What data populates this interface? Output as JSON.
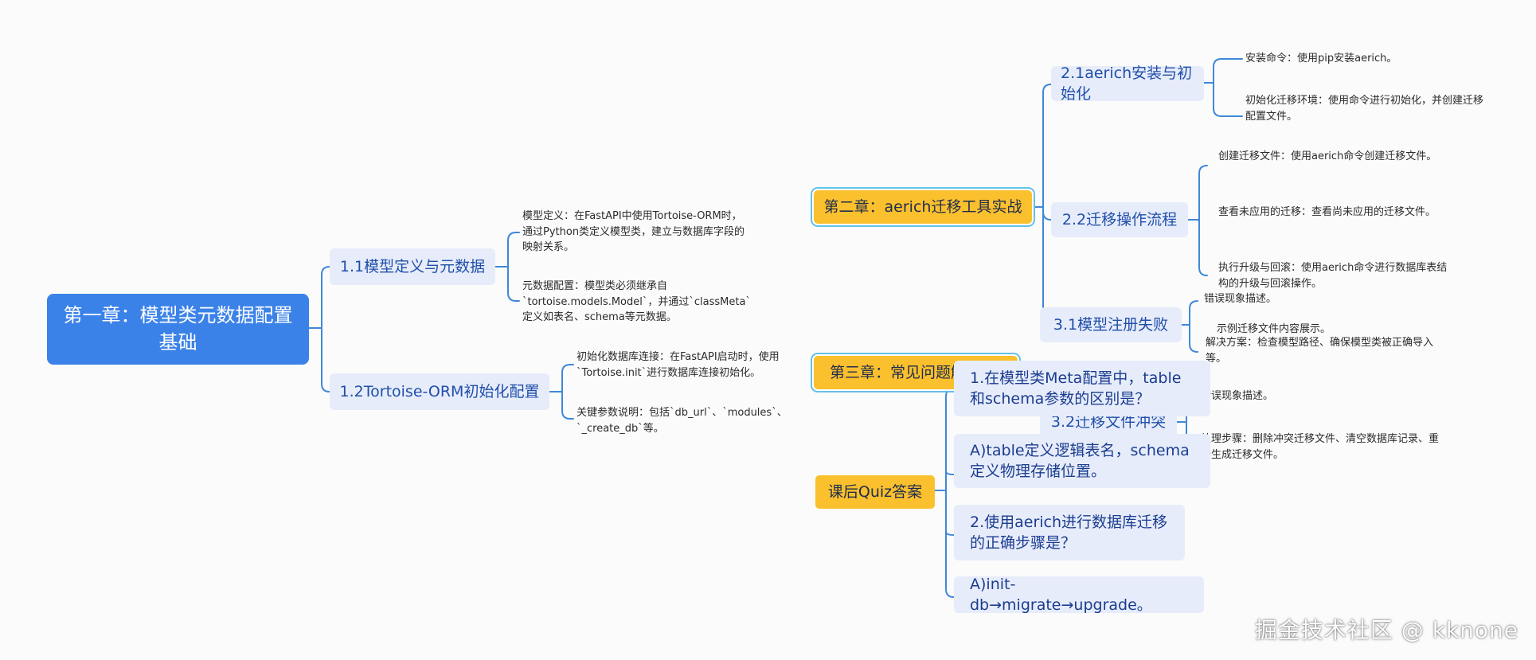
{
  "root": {
    "title": "第一章：模型类元数据配置基础"
  },
  "chapter1": {
    "s11": {
      "title": "1.1模型定义与元数据",
      "leaves": [
        "模型定义：在FastAPI中使用Tortoise-ORM时，通过Python类定义模型类，建立与数据库字段的映射关系。",
        "元数据配置：模型类必须继承自`tortoise.models.Model`，并通过`classMeta`定义如表名、schema等元数据。"
      ]
    },
    "s12": {
      "title": "1.2Tortoise-ORM初始化配置",
      "leaves": [
        "初始化数据库连接：在FastAPI启动时，使用`Tortoise.init`进行数据库连接初始化。",
        "关键参数说明：包括`db_url`、`modules`、`_create_db`等。"
      ]
    }
  },
  "chapter2": {
    "title": "第二章：aerich迁移工具实战",
    "s21": {
      "title": "2.1aerich安装与初始化",
      "leaves": [
        "安装命令：使用pip安装aerich。",
        "初始化迁移环境：使用命令进行初始化，并创建迁移配置文件。"
      ]
    },
    "s22": {
      "title": "2.2迁移操作流程",
      "leaves": [
        "创建迁移文件：使用aerich命令创建迁移文件。",
        "查看未应用的迁移：查看尚未应用的迁移文件。",
        "执行升级与回滚：使用aerich命令进行数据库表结构的升级与回滚操作。"
      ]
    }
  },
  "chapter3": {
    "title": "第三章：常见问题解",
    "s31": {
      "title": "3.1模型注册失败",
      "leaves": [
        "错误现象描述。",
        "示例迁移文件内容展示。",
        "解决方案：检查模型路径、确保模型类被正确导入等。"
      ]
    },
    "s32": {
      "title": "3.2迁移文件冲突",
      "leaves": [
        "错误现象描述。",
        "处理步骤：删除冲突迁移文件、清空数据库记录、重新生成迁移文件。"
      ]
    }
  },
  "quiz": {
    "title": "课后Quiz答案",
    "items": [
      "1.在模型类Meta配置中，table和schema参数的区别是？",
      "A)table定义逻辑表名，schema定义物理存储位置。",
      "2.使用aerich进行数据库迁移的正确步骤是？",
      "A)init-db→migrate→upgrade。"
    ]
  },
  "watermark": "掘金技术社区 @ kknone",
  "colors": {
    "root": "#3b82e8",
    "chapter": "#fbc02d",
    "section_bg": "#e7ecfb",
    "connector": "#3f88d8",
    "background": "#fbfbfb"
  }
}
